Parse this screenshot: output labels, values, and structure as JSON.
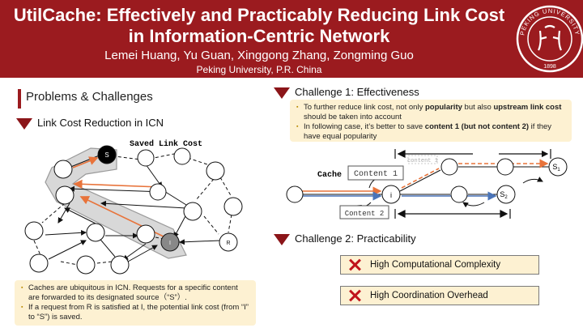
{
  "header": {
    "title_line1": "UtilCache: Effectively and Practicably Reducing Link Cost",
    "title_line2": "in Information-Centric Network",
    "authors": "Lemei Huang, Yu Guan, Xinggong Zhang,  Zongming Guo",
    "affiliation": "Peking University, P.R. China",
    "logo_text_top": "PEKING UNIVERSITY",
    "logo_year": "1898",
    "colors": {
      "banner": "#9b1b1f",
      "text": "#ffffff"
    }
  },
  "left": {
    "section_title": "Problems & Challenges",
    "subhead": "Link Cost Reduction in ICN",
    "diagram": {
      "saved_label": "Saved Link Cost",
      "source_label": "S",
      "i_label": "I",
      "r_label": "R"
    },
    "notes": [
      "Caches are ubiquitous in ICN. Requests for a specific content are forwarded to its designated source（“S”）.",
      "If a request from R is satisfied at I, the potential link cost (from “I” to “S”) is saved."
    ]
  },
  "right": {
    "challenge1": {
      "title": "Challenge 1: Effectiveness",
      "note1_pre": "To further reduce link cost, not only ",
      "note1_b1": "popularity",
      "note1_mid": " but also ",
      "note1_b2": "upstream link cost",
      "note1_post": " should be taken into account",
      "note2_pre": "In following case, it’s better to save ",
      "note2_b": "content 1 (but not content 2)",
      "note2_post": " if they have equal popularity",
      "diagram": {
        "cache_label": "Cache",
        "content1": "Content 1",
        "content2": "Content 2",
        "ghost_content1": "content 1",
        "i_label": "i",
        "s1_label": "S",
        "s1_sub": "1",
        "s2_label": "S",
        "s2_sub": "2"
      }
    },
    "challenge2": {
      "title": "Challenge 2: Practicability",
      "items": [
        "High Computational Complexity",
        "High Coordination Overhead"
      ]
    }
  }
}
